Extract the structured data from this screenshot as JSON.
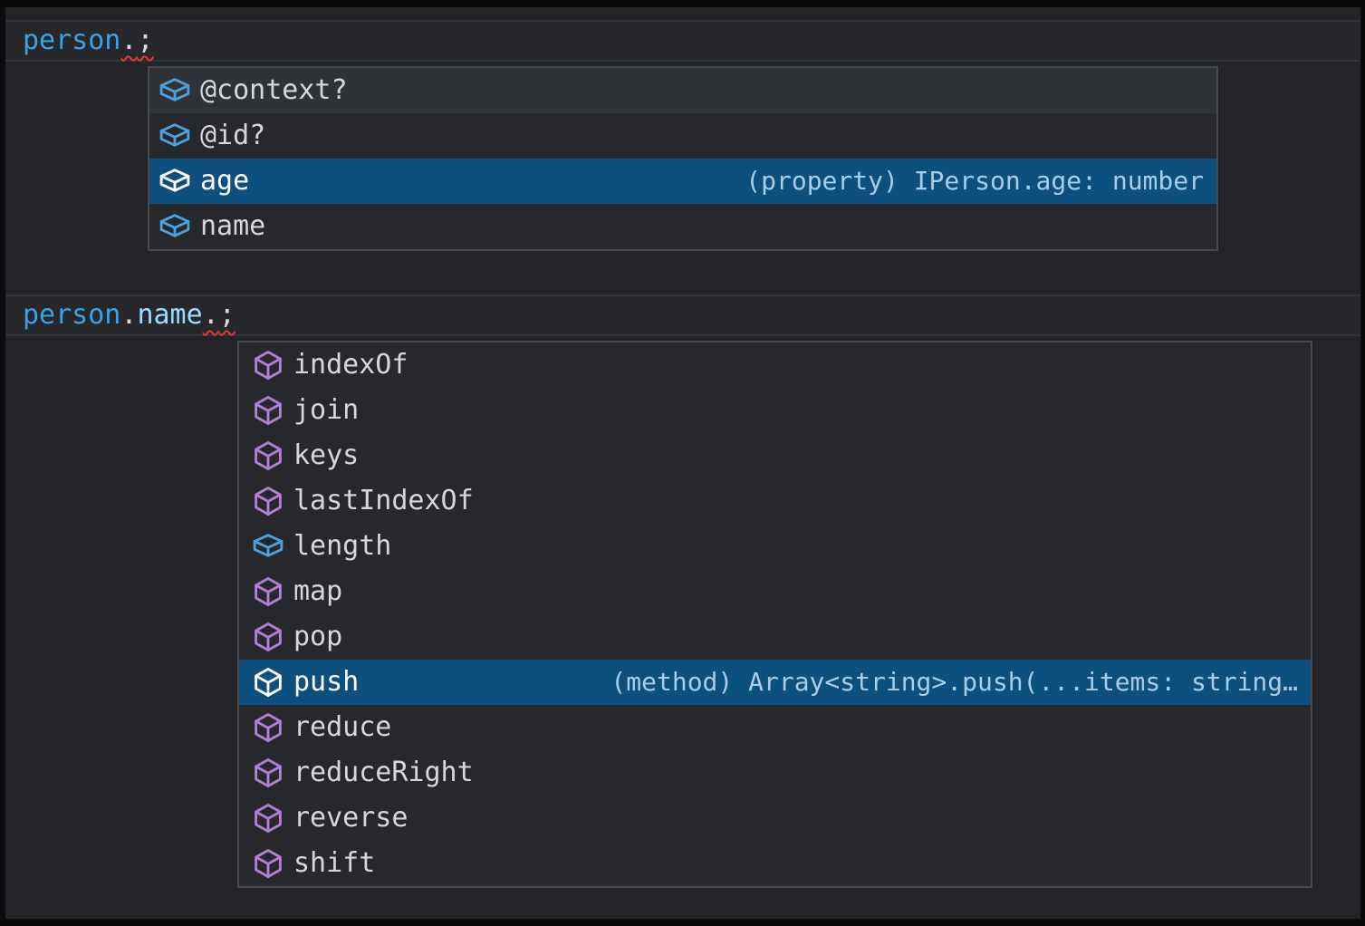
{
  "colors": {
    "editor_background": "#232428",
    "popup_background": "#27282c",
    "popup_border": "#48494b",
    "selection_background": "#0d4f7d",
    "hover_background": "#2f3337",
    "variable_blue": "#39a2e8",
    "property_blue": "#9cdcfe",
    "punctuation": "#d9d9d9",
    "error_squiggle": "#e53935",
    "method_icon_purple": "#b180d7",
    "field_icon_blue": "#4ba1de",
    "item_text": "#d7d7d7",
    "selected_text": "#ffffff",
    "detail_text": "#a9cde8"
  },
  "code": {
    "line1": {
      "tokens": [
        {
          "text": "person"
        },
        {
          "text": "."
        },
        {
          "text": ";"
        }
      ]
    },
    "line2": {
      "tokens": [
        {
          "text": "person"
        },
        {
          "text": "."
        },
        {
          "text": "name"
        },
        {
          "text": "."
        },
        {
          "text": ";"
        }
      ]
    }
  },
  "suggest1": {
    "items": [
      {
        "label": "@context?",
        "kind": "field",
        "state": "hover"
      },
      {
        "label": "@id?",
        "kind": "field"
      },
      {
        "label": "age",
        "kind": "field",
        "state": "selected",
        "detail": "(property) IPerson.age: number"
      },
      {
        "label": "name",
        "kind": "field"
      }
    ]
  },
  "suggest2": {
    "items": [
      {
        "label": "indexOf",
        "kind": "method"
      },
      {
        "label": "join",
        "kind": "method"
      },
      {
        "label": "keys",
        "kind": "method"
      },
      {
        "label": "lastIndexOf",
        "kind": "method"
      },
      {
        "label": "length",
        "kind": "field"
      },
      {
        "label": "map",
        "kind": "method"
      },
      {
        "label": "pop",
        "kind": "method"
      },
      {
        "label": "push",
        "kind": "method",
        "state": "selected",
        "detail": "(method) Array<string>.push(...items: string…"
      },
      {
        "label": "reduce",
        "kind": "method"
      },
      {
        "label": "reduceRight",
        "kind": "method"
      },
      {
        "label": "reverse",
        "kind": "method"
      },
      {
        "label": "shift",
        "kind": "method"
      }
    ]
  }
}
